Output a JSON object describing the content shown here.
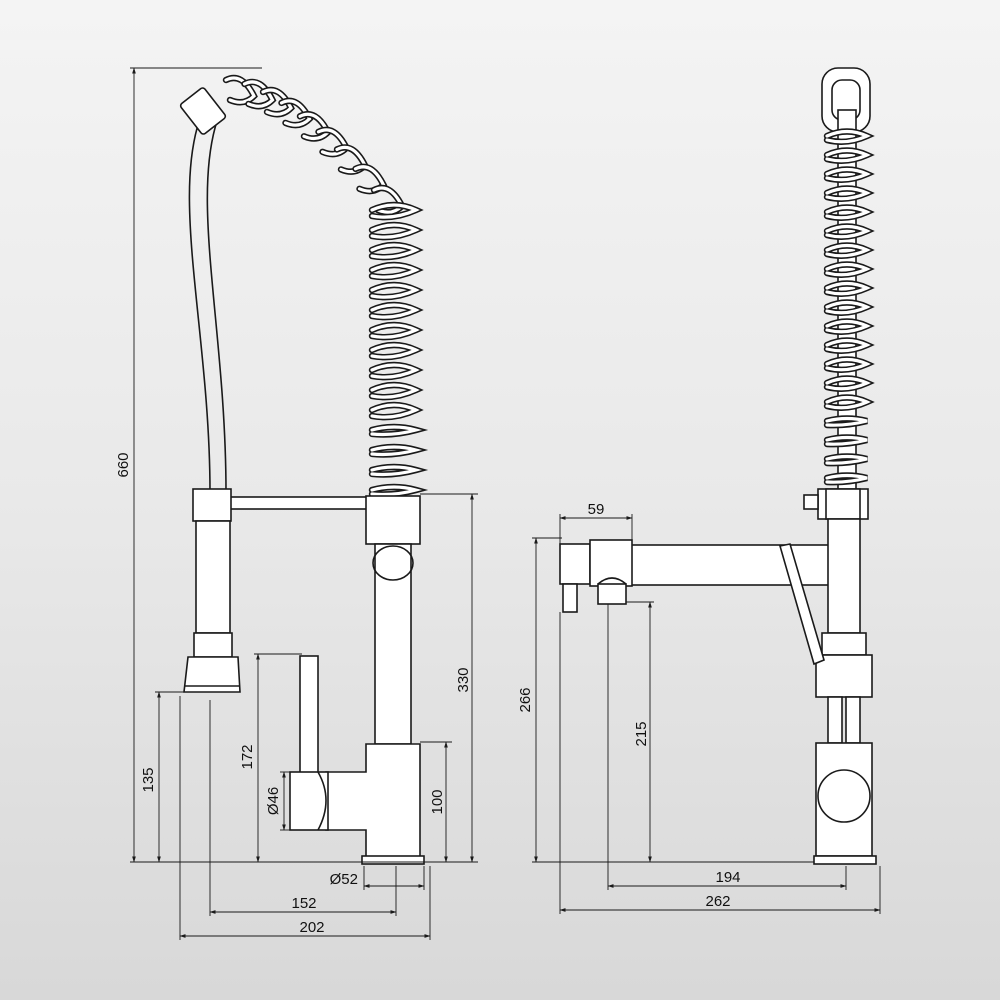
{
  "dimensions": {
    "total_height": "660",
    "body_height": "330",
    "spout_height": "135",
    "handle_height": "172",
    "handle_diameter": "Ø46",
    "base_height": "100",
    "base_diameter": "Ø52",
    "reach_152": "152",
    "reach_202": "202",
    "side_top_width": "59",
    "side_height": "266",
    "side_outlet_height": "215",
    "side_width_194": "194",
    "side_width_262": "262"
  },
  "colors": {
    "line": "#1a1a1a",
    "fill": "#ffffff",
    "background_top": "#f4f4f4",
    "background_bottom": "#d8d8d8"
  }
}
